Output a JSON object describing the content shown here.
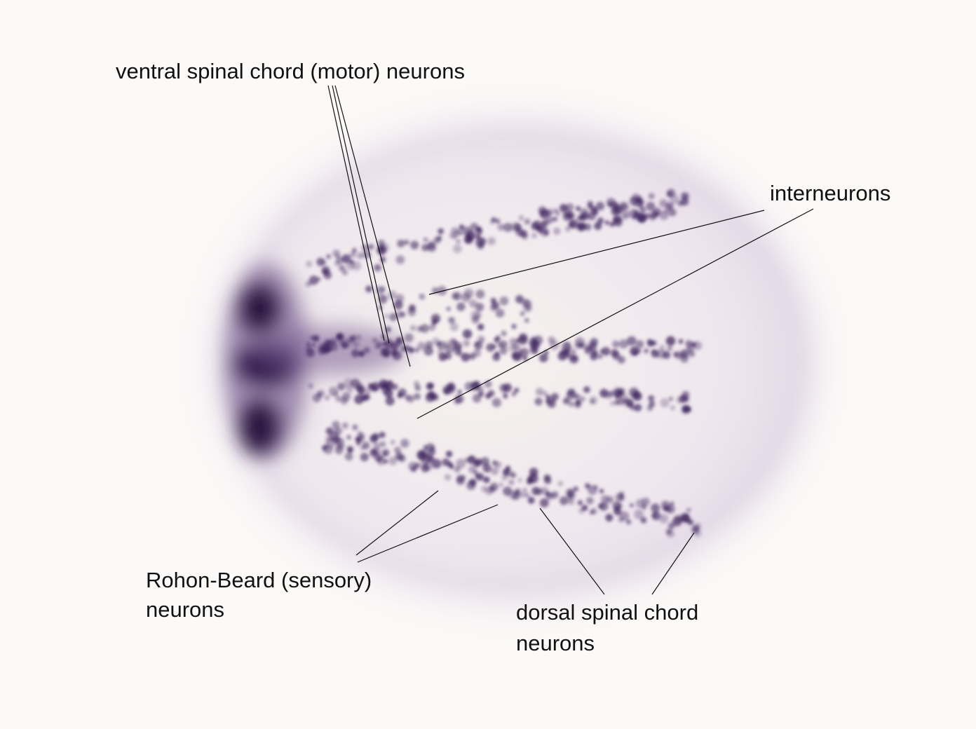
{
  "labels": {
    "ventral": "ventral spinal chord (motor) neurons",
    "interneurons": "interneurons",
    "rohon_beard_line1": "Rohon-Beard (sensory)",
    "rohon_beard_line2": "neurons",
    "dorsal_line1": "dorsal spinal chord",
    "dorsal_line2": "neurons"
  },
  "colors": {
    "background": "#fbfaf8",
    "embryo": "#efe8ee",
    "stain": "#3a1f5a",
    "leader_line": "#111111"
  }
}
